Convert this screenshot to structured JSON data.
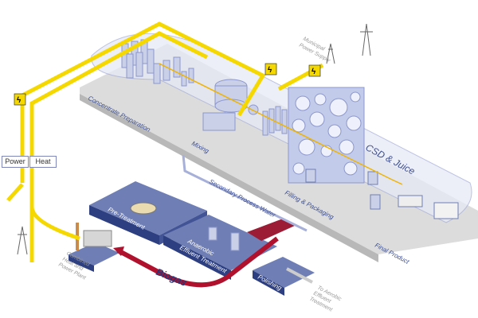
{
  "labels": {
    "concentrate_preparation": "Concentrate Preparation",
    "mixing": "Mixing",
    "csd_juice": "CSD & Juice",
    "secondary_process_water": "Secondary Process Water",
    "filling_packaging": "Filling & Packaging",
    "final_product": "Final Product",
    "pre_treatment": "Pre-Treatment",
    "anaerobic_1": "Anaerobic",
    "anaerobic_2": "Effluent Treatment",
    "polishing": "Polishing",
    "biogas": "Biogas",
    "chp_1": "Combined",
    "chp_2": "Heat and",
    "chp_3": "Power Plant",
    "aerobic_1": "To Aerobic",
    "aerobic_2": "Effluent",
    "aerobic_3": "Treatment",
    "municipal_1": "Municipal",
    "municipal_2": "Power Supply",
    "power": "Power",
    "heat": "Heat"
  },
  "colors": {
    "power_line": "#f5d800",
    "biogas_line": "#b0122e",
    "platform": "#6f7fb5",
    "platform_dark": "#2d3f80",
    "floor": "#d8d8d8",
    "equipment": "#c9d0e8",
    "label_text": "#3d4f8f"
  }
}
